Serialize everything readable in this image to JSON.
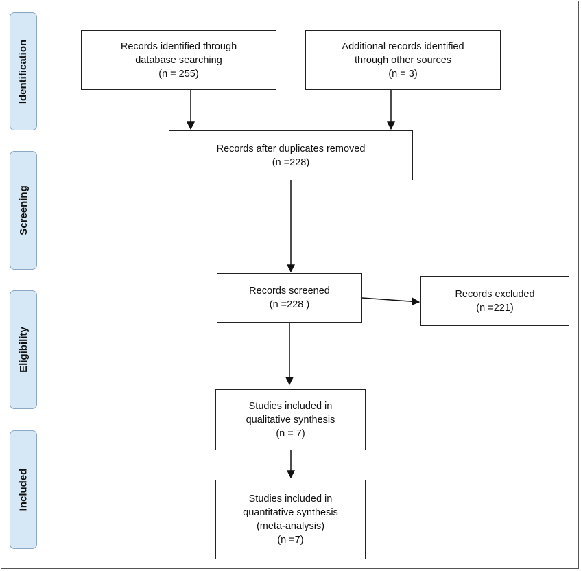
{
  "phases": {
    "identification": "Identification",
    "screening": "Screening",
    "eligibility": "Eligibility",
    "included": "Included"
  },
  "boxes": {
    "db_search": {
      "line1": "Records identified through",
      "line2": "database searching",
      "line3": "(n = 255)"
    },
    "other_sources": {
      "line1": "Additional records identified",
      "line2": "through other sources",
      "line3": "(n = 3)"
    },
    "duplicates_removed": {
      "line1": "Records after duplicates removed",
      "line2": "(n =228)"
    },
    "screened": {
      "line1": "Records screened",
      "line2": "(n =228 )"
    },
    "excluded": {
      "line1": "Records excluded",
      "line2": "(n =221)"
    },
    "qualitative": {
      "line1": "Studies included in",
      "line2": "qualitative synthesis",
      "line3": "(n = 7)"
    },
    "quantitative": {
      "line1": "Studies included in",
      "line2": "quantitative synthesis",
      "line3": "(meta-analysis)",
      "line4": "(n =7)"
    }
  }
}
